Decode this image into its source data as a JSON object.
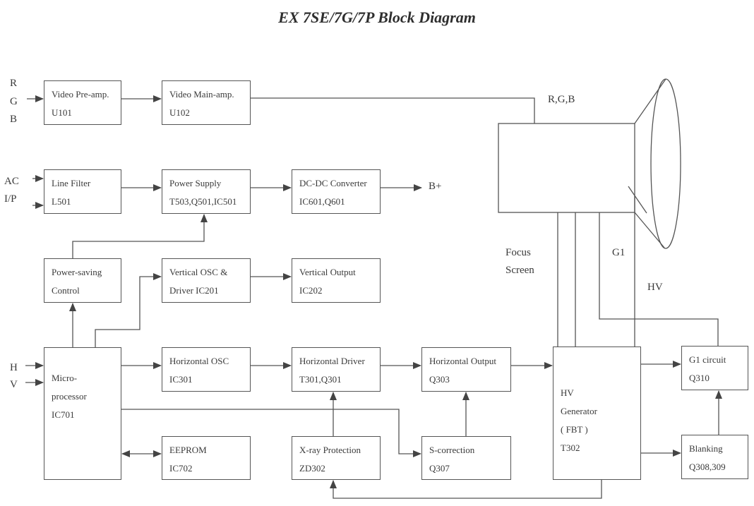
{
  "title": "EX 7SE/7G/7P Block Diagram",
  "blocks": {
    "video_preamp": {
      "line1": "Video Pre-amp.",
      "line2": "U101"
    },
    "video_mainamp": {
      "line1": "Video Main-amp.",
      "line2": "U102"
    },
    "line_filter": {
      "line1": "Line Filter",
      "line2": "L501"
    },
    "power_supply": {
      "line1": "Power Supply",
      "line2": "T503,Q501,IC501"
    },
    "dcdc": {
      "line1": "DC-DC Converter",
      "line2": "IC601,Q601"
    },
    "power_saving": {
      "line1": "Power-saving",
      "line2": "Control"
    },
    "vertical_osc": {
      "line1": "Vertical OSC &",
      "line2": "Driver IC201"
    },
    "vertical_output": {
      "line1": "Vertical Output",
      "line2": "IC202"
    },
    "microprocessor": {
      "line1": "Micro-",
      "line2": "processor",
      "line3": "IC701"
    },
    "horizontal_osc": {
      "line1": "Horizontal OSC",
      "line2": "IC301"
    },
    "horizontal_driver": {
      "line1": "Horizontal Driver",
      "line2": "T301,Q301"
    },
    "horizontal_output": {
      "line1": "Horizontal Output",
      "line2": "Q303"
    },
    "hv_generator": {
      "line1": "HV",
      "line2": "Generator",
      "line3": "( FBT )",
      "line4": "T302"
    },
    "g1_circuit": {
      "line1": "G1 circuit",
      "line2": "Q310"
    },
    "eeprom": {
      "line1": "EEPROM",
      "line2": "IC702"
    },
    "xray": {
      "line1": "X-ray Protection",
      "line2": "ZD302"
    },
    "scorrection": {
      "line1": "S-correction",
      "line2": "Q307"
    },
    "blanking": {
      "line1": "Blanking",
      "line2": "Q308,309"
    }
  },
  "labels": {
    "r": "R",
    "g": "G",
    "b": "B",
    "ac": "AC",
    "ip": "I/P",
    "h": "H",
    "v": "V",
    "bplus": "B+",
    "rgb": "R,G,B",
    "focus": "Focus",
    "screen": "Screen",
    "g1": "G1",
    "hv": "HV"
  }
}
